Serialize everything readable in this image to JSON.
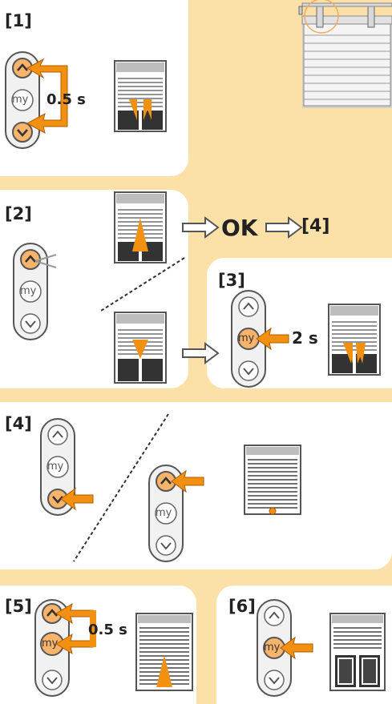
{
  "steps": {
    "s1": "[1]",
    "s2": "[2]",
    "s3": "[3]",
    "s4": "[4]",
    "s5": "[5]",
    "s6": "[6]"
  },
  "labels": {
    "time_half_1": "0.5 s",
    "ok": "OK",
    "goto_step": "[4]",
    "time_two": "2 s",
    "time_half_5": "0.5 s"
  },
  "remote": {
    "my_label": "my"
  },
  "colors": {
    "background": "#fbe0a8",
    "panel": "#ffffff",
    "arrow": "#f29111",
    "button_active": "#f7b46a",
    "shutter_frame": "#555555"
  },
  "icons": [
    "remote-control-icon",
    "up-button-icon",
    "my-button-icon",
    "down-button-icon",
    "arrow-icon",
    "shutter-icon",
    "window-icon"
  ]
}
